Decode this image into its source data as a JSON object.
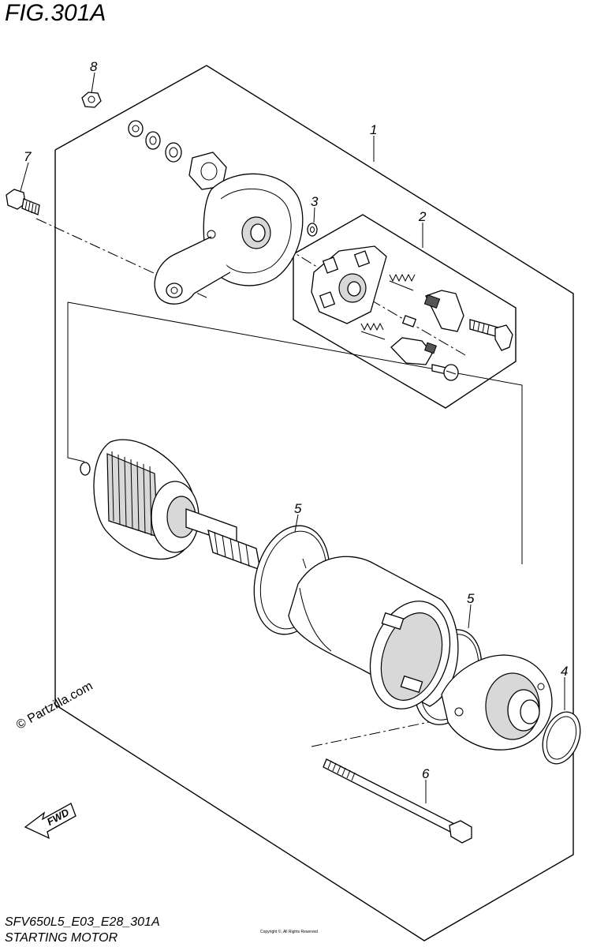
{
  "figure_title": "FIG.301A",
  "diagram_code": "SFV650L5_E03_E28_301A",
  "diagram_name": "STARTING MOTOR",
  "watermark": "© Partzilla.com",
  "direction_label": "FWD",
  "fine_print": "Copyright ©, All Rights Reserved",
  "callouts": {
    "c1": "1",
    "c2": "2",
    "c3": "3",
    "c4": "4",
    "c5a": "5",
    "c5b": "5",
    "c6": "6",
    "c7": "7",
    "c8": "8"
  }
}
